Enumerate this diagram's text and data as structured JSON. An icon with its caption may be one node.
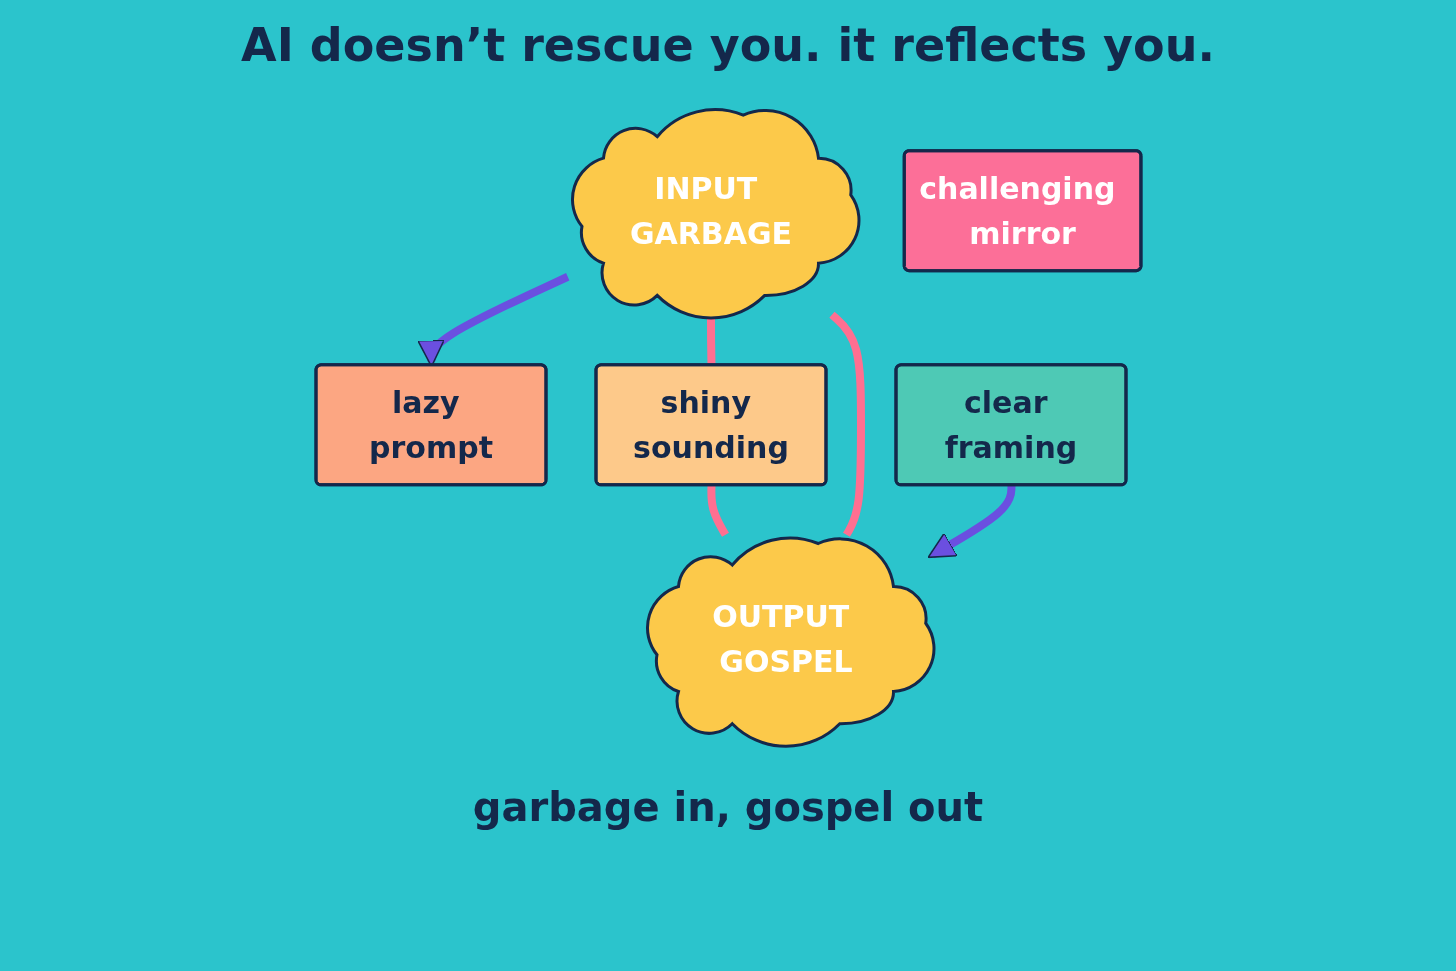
{
  "diagram": {
    "title": "AI doesn’t rescue you. it reflects you.",
    "nodes": [
      {
        "text": [
          "INPUT GARBAGE"
        ]
      },
      {
        "text": [
          "OUTPUT GOSPEL"
        ]
      },
      {
        "text": [
          "lazy prompt"
        ]
      },
      {
        "text": [
          "shiny sounding"
        ]
      },
      {
        "text": [
          "clear framing"
        ]
      },
      {
        "text": [
          "challenging mirror"
        ]
      }
    ],
    "edges": [
      {
        "from": 0,
        "to": 2,
        "arrow": "to",
        "color": "#6b4fe0"
      },
      {
        "from": 0,
        "to": 3,
        "arrow": "none"
      },
      {
        "from": 3,
        "to": 1,
        "arrow": "none"
      },
      {
        "from": 0,
        "to": 1,
        "arrow": "none"
      },
      {
        "from": 4,
        "to": 1,
        "arrow": "to",
        "color": "#6b4fe0"
      }
    ],
    "labels": [
      "garbage in, gospel out"
    ]
  }
}
